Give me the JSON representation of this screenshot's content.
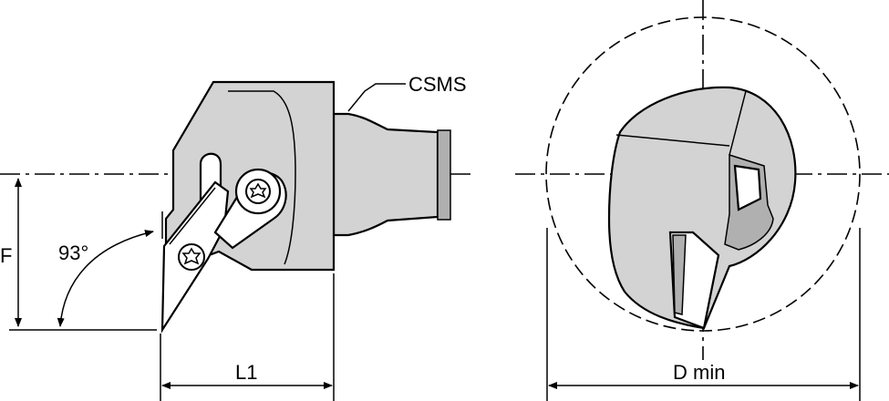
{
  "labels": {
    "shank": "CSMS",
    "angle": "93°",
    "height": "F",
    "length": "L1",
    "diameter": "D min"
  },
  "icons": [
    "torx-screw-icon",
    "torx-screw-icon"
  ]
}
